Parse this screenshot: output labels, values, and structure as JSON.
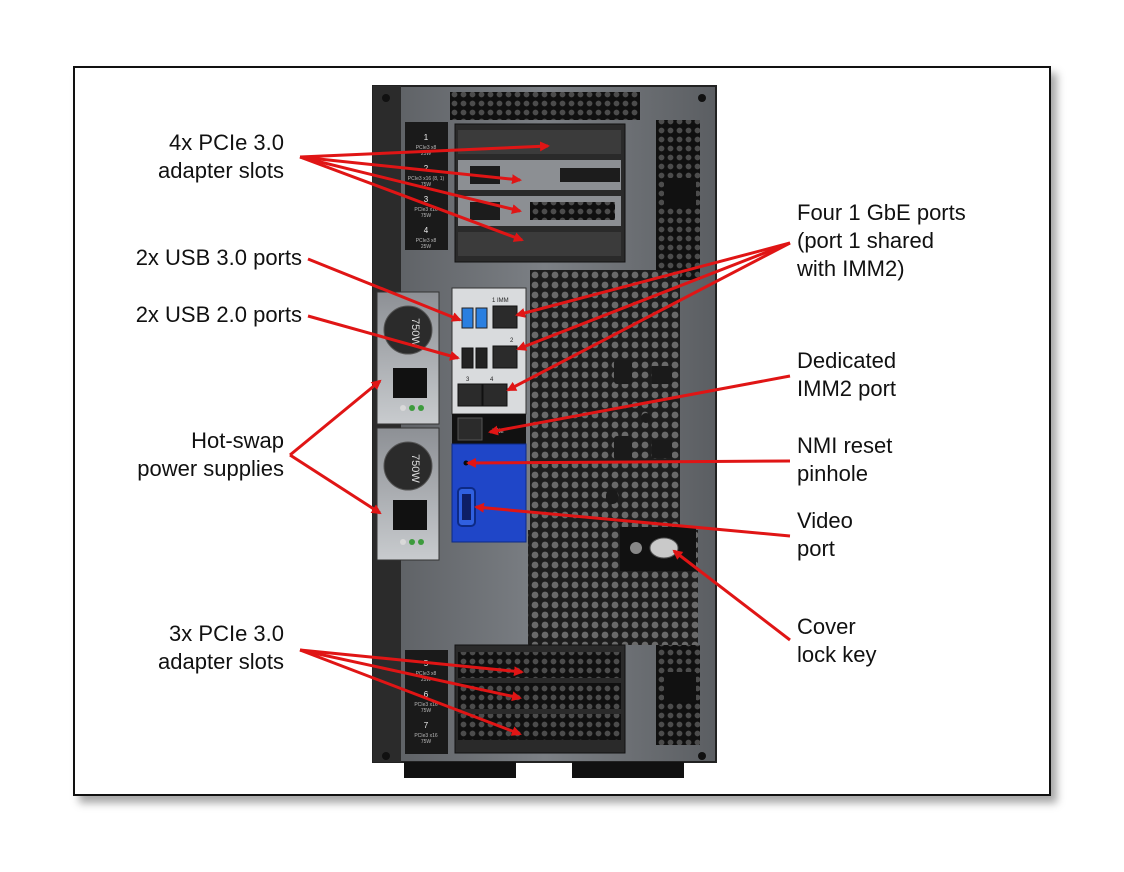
{
  "callouts": {
    "pcie_top": [
      "4x PCIe 3.0",
      "adapter slots"
    ],
    "usb3": [
      "2x USB 3.0 ports"
    ],
    "usb2": [
      "2x USB 2.0 ports"
    ],
    "psu": [
      "Hot-swap",
      "power supplies"
    ],
    "pcie_bottom": [
      "3x PCIe 3.0",
      "adapter slots"
    ],
    "gbe": [
      "Four 1 GbE ports",
      "(port 1 shared",
      "with IMM2)"
    ],
    "imm2": [
      "Dedicated",
      "IMM2 port"
    ],
    "nmi": [
      "NMI reset",
      "pinhole"
    ],
    "video": [
      "Video",
      "port"
    ],
    "lock": [
      "Cover",
      "lock key"
    ]
  },
  "slot_labels": {
    "top": [
      {
        "num": "1",
        "spec": "PCIe3 x8",
        "power": "25W"
      },
      {
        "num": "2",
        "spec": "PCIe3 x16 (8, 1)",
        "power": "75W"
      },
      {
        "num": "3",
        "spec": "PCIe3 x16",
        "power": "75W"
      },
      {
        "num": "4",
        "spec": "PCIe3 x8",
        "power": "25W"
      }
    ],
    "bottom": [
      {
        "num": "5",
        "spec": "PCIe3 x8",
        "power": "25W"
      },
      {
        "num": "6",
        "spec": "PCIe3 x16",
        "power": "75W"
      },
      {
        "num": "7",
        "spec": "PCIe3 x16",
        "power": "75W"
      }
    ]
  },
  "psu_rating": "750W",
  "port_marks": {
    "p1": "1 IMM",
    "p2": "2",
    "p3": "3",
    "p4": "4",
    "imm": "IMM"
  },
  "colors": {
    "arrow": "#e01515",
    "chassis": "#4a4a4a",
    "panel_blue": "#1f46c8",
    "usb3_blue": "#2a7fe0"
  }
}
